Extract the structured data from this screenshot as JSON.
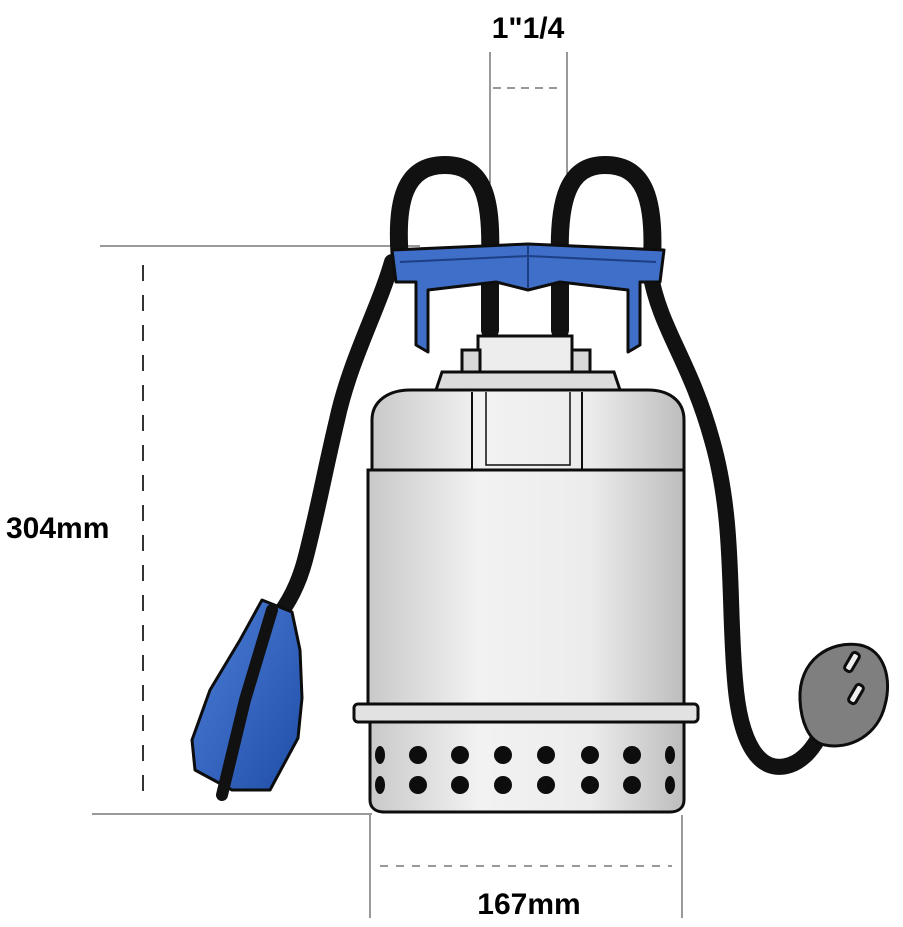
{
  "dimensions": {
    "outlet_size": "1\"1/4",
    "height": "304mm",
    "width": "167mm"
  },
  "colors": {
    "outline": "#0d0d0d",
    "body_metal": "#e6e6e6",
    "handle_blue": "#3f6fc9",
    "float_blue": "#2f5fbf",
    "plug_gray": "#7f7f7f",
    "cable": "#111111",
    "dim_line": "#333333"
  }
}
